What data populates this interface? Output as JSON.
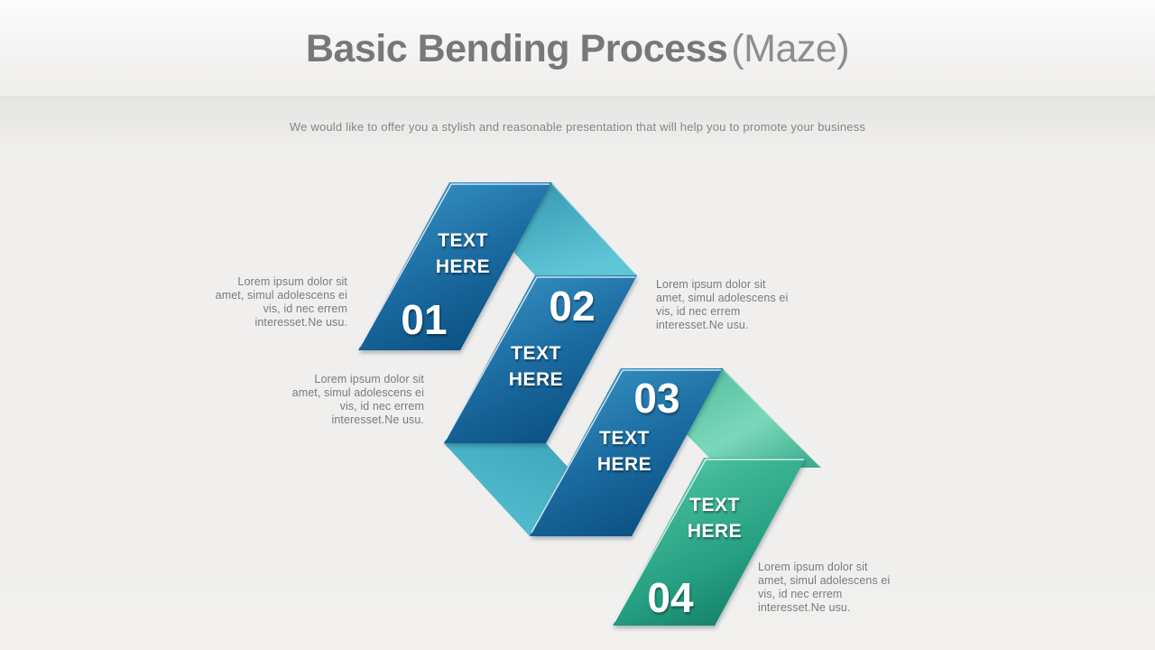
{
  "slide": {
    "title": {
      "main": "Basic Bending Process",
      "suffix": "(Maze)"
    },
    "subtitle": "We would like to offer you a stylish and reasonable presentation that will help you to promote your business"
  },
  "steps": [
    {
      "number": "01",
      "label_line1": "TEXT",
      "label_line2": "HERE",
      "description_lines": [
        "Lorem ipsum dolor sit",
        "amet, simul adolescens ei",
        "vis, id nec errem",
        "interesset.Ne usu."
      ]
    },
    {
      "number": "02",
      "label_line1": "TEXT",
      "label_line2": "HERE",
      "description_lines": [
        "Lorem ipsum dolor sit",
        "amet, simul adolescens ei",
        "vis, id nec errem",
        "interesset.Ne usu."
      ]
    },
    {
      "number": "03",
      "label_line1": "TEXT",
      "label_line2": "HERE",
      "description_lines": [
        "Lorem ipsum dolor sit",
        "amet, simul adolescens ei",
        "vis, id nec errem",
        "interesset.Ne usu."
      ]
    },
    {
      "number": "04",
      "label_line1": "TEXT",
      "label_line2": "HERE",
      "description_lines": [
        "Lorem ipsum dolor sit",
        "amet, simul adolescens ei",
        "vis, id nec errem",
        "interesset.Ne usu."
      ]
    }
  ],
  "colors": {
    "band_blue": "#1f6fa5",
    "band_blue_dark": "#0c5182",
    "band_green": "#27a083",
    "fold_teal": "#4db9cc",
    "fold_green": "#6fd0b4",
    "title_gray": "#787878",
    "body_text_gray": "#7b7b7b",
    "background": "#f0efed"
  }
}
